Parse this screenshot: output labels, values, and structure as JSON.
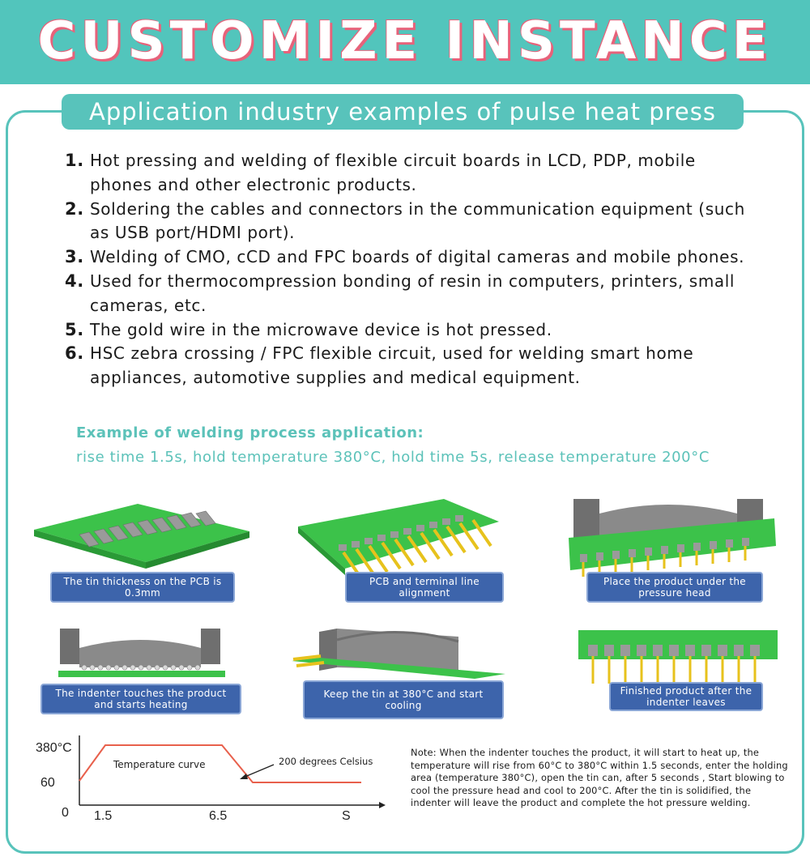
{
  "header": {
    "title": "CUSTOMIZE INSTANCE"
  },
  "subtitle": "Application industry examples of pulse heat press",
  "applications": [
    {
      "num": "1.",
      "text": "Hot pressing and welding of flexible circuit boards in LCD, PDP, mobile phones and other electronic products."
    },
    {
      "num": "2.",
      "text": "Soldering the cables and connectors in the communication equipment (such as USB port/HDMI port)."
    },
    {
      "num": "3.",
      "text": "Welding of CMO, cCD and FPC boards of digital cameras and mobile phones."
    },
    {
      "num": "4.",
      "text": "Used for thermocompression bonding of resin in computers, printers, small cameras, etc."
    },
    {
      "num": "5.",
      "text": "The gold wire in the microwave device is hot pressed."
    },
    {
      "num": "6.",
      "text": "HSC zebra crossing / FPC flexible circuit, used for welding smart home appliances, automotive supplies and medical equipment."
    }
  ],
  "example": {
    "heading": "Example of welding process application:",
    "params": "rise time 1.5s, hold temperature 380°C, hold time 5s, release temperature 200°C"
  },
  "steps": [
    {
      "label": "The tin thickness on the PCB is 0.3mm"
    },
    {
      "label": "PCB and terminal line alignment"
    },
    {
      "label": "Place the product under the pressure head"
    },
    {
      "label": "The indenter touches the product and starts heating"
    },
    {
      "label": "Keep the tin at 380°C and start cooling"
    },
    {
      "label": "Finished product after the indenter leaves"
    }
  ],
  "curve": {
    "y_ticks": [
      "380°C",
      "60",
      "0"
    ],
    "x_ticks": [
      "1.5",
      "6.5",
      "S"
    ],
    "curve_label": "Temperature curve",
    "callout": "200 degrees Celsius",
    "line_color": "#e8604c"
  },
  "note": "Note: When the indenter touches the product, it will start to heat up, the temperature will rise from 60°C to 380°C within 1.5 seconds, enter the holding area (temperature 380°C), open the tin can, after 5 seconds , Start blowing to cool the pressure head and cool to 200°C. After the tin is solidified, the indenter will leave the product and complete the hot pressure welding.",
  "colors": {
    "accent": "#52c5bc",
    "title_shadow": "#e7627a",
    "label_bg": "#3d64ab",
    "pcb_green": "#3cc24a",
    "gold": "#e7c21c"
  }
}
